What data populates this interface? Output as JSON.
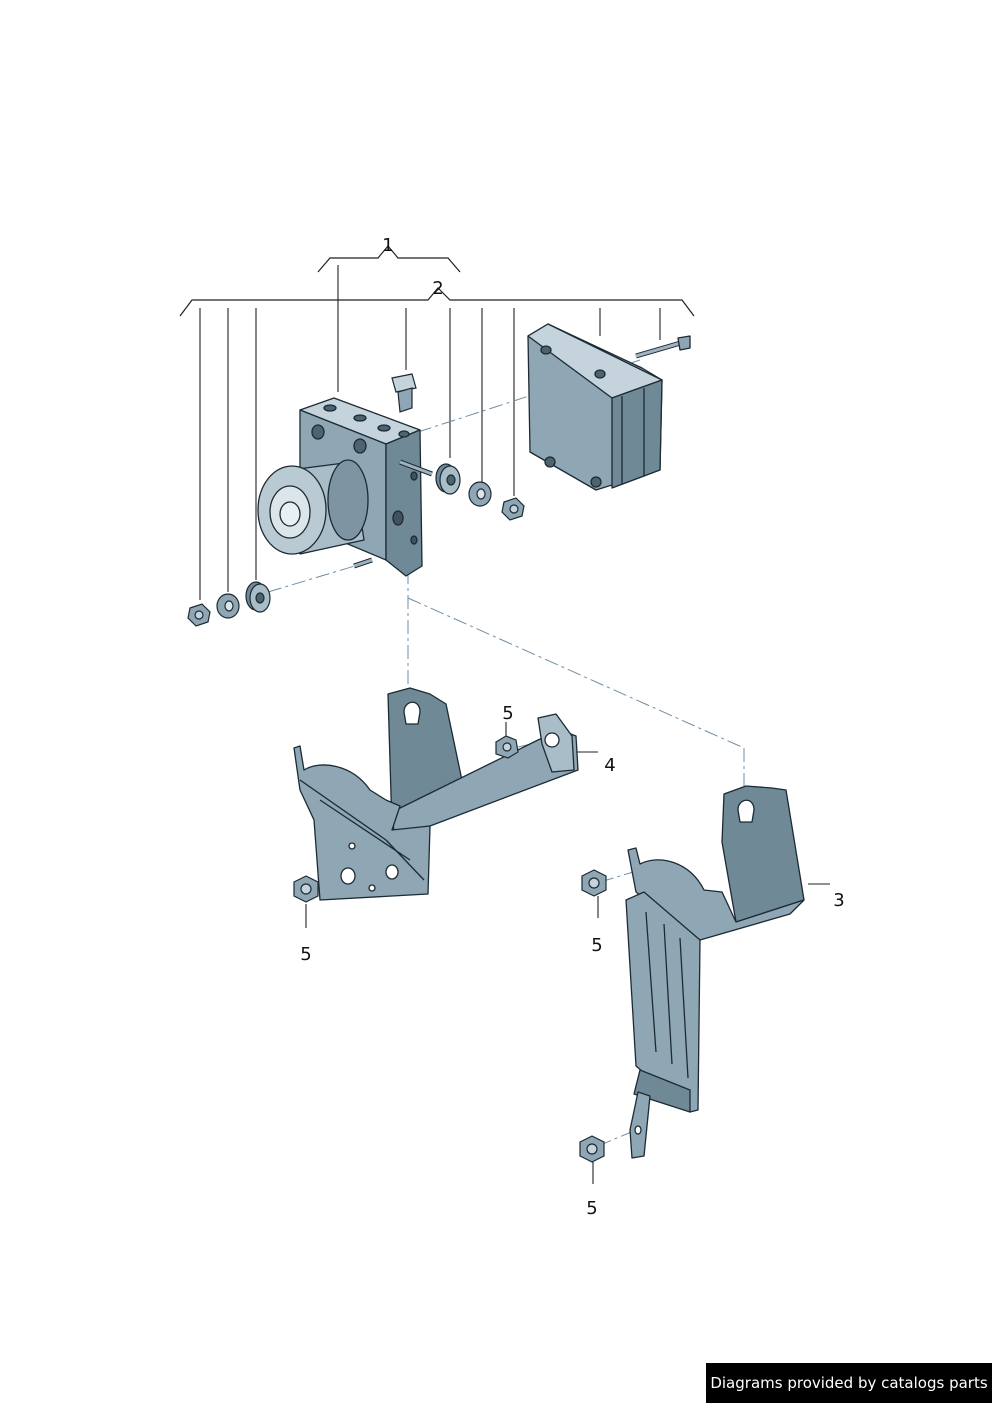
{
  "colors": {
    "part_fill": "#8fa7b4",
    "part_dark": "#5f7885",
    "part_light": "#c5d4dc",
    "outline": "#1c2a33",
    "leader": "#222222",
    "centerline": "#6f8da3",
    "credit_bg": "#000000",
    "credit_text": "#ffffff"
  },
  "callouts": {
    "c1": "1",
    "c2": "2",
    "c3": "3",
    "c4": "4",
    "c5a": "5",
    "c5b": "5",
    "c5c": "5",
    "c5d": "5"
  },
  "credit": "Diagrams provided by catalogs parts"
}
